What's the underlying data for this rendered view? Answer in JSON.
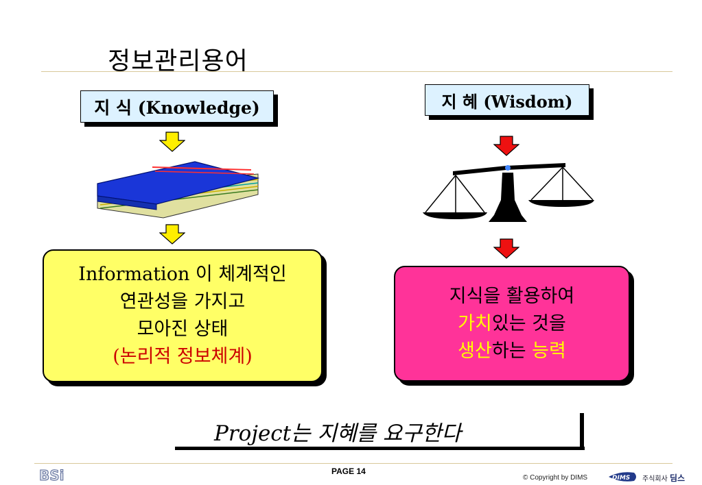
{
  "slide": {
    "title": "정보관리용어"
  },
  "knowledge": {
    "label": "지 식 (Knowledge)",
    "box_lines": [
      "Information 이 체계적인",
      "연관성을 가지고",
      "모아진 상태",
      "(논리적 정보체계)"
    ]
  },
  "wisdom": {
    "label": "지 혜 (Wisdom)",
    "line1": "지식을 활용하여",
    "line2_highlight": "가치",
    "line2_rest": "있는 것을",
    "line3_highlight1": "생산",
    "line3_mid": "하는",
    "line3_highlight2": "능력"
  },
  "project": {
    "text": "Project는 지혜를 요구한다"
  },
  "footer": {
    "page": "PAGE 14",
    "copyright": "© Copyright by DIMS",
    "logo_left": "BSi",
    "logo_dims": "DIMS",
    "company_prefix": "주식회사",
    "company_name": "딤스"
  },
  "icons": {
    "down_arrows_left": "yellow-down-arrow-icon",
    "down_arrows_right": "red-down-arrow-icon",
    "book": "book-icon",
    "scale": "balance-scale-icon"
  },
  "colors": {
    "knowledge_box": "#ffff66",
    "wisdom_box": "#ff3399",
    "label_box": "#ddf2ff",
    "highlight_red": "#cc0000",
    "highlight_yellow": "#ffff00"
  }
}
